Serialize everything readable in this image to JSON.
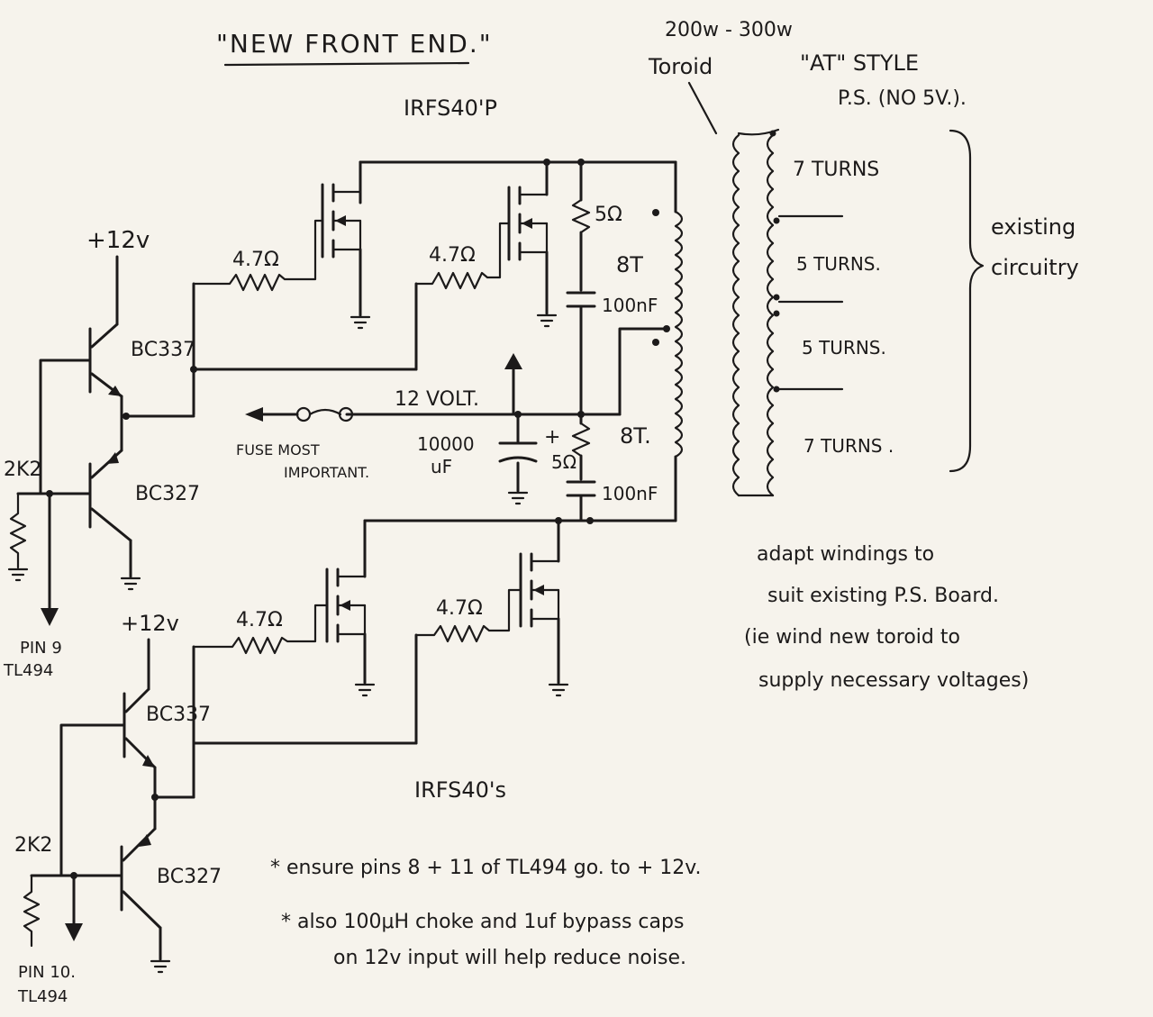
{
  "title": "\"NEW FRONT END.\"",
  "mosfet_top_label": "IRFS40'P",
  "mosfet_bottom_label": "IRFS40's",
  "toroid_label": {
    "line1": "200w - 300w",
    "line2": "Toroid"
  },
  "ps_label": {
    "line1": "\"AT\" STYLE",
    "line2": "P.S. (NO 5V.)."
  },
  "supply_top": "+12v",
  "supply_bottom": "+12v",
  "transistors": {
    "npn_top": "BC337",
    "pnp_top": "BC327",
    "npn_bottom": "BC337",
    "pnp_bottom": "BC327"
  },
  "resistors": {
    "gate": "4.7Ω",
    "pulldown": "2K2",
    "snubber": "5Ω"
  },
  "caps": {
    "snubber": "100nF",
    "bulk_line1": "10000",
    "bulk_line2": "uF"
  },
  "primary_turns": "8T",
  "primary_turns_bottom": "8T.",
  "rail_label": "12 VOLT.",
  "fuse_label": {
    "line1": "FUSE MOST",
    "line2": "IMPORTANT."
  },
  "secondaries": [
    "7 TURNS",
    "5 TURNS.",
    "5 TURNS.",
    "7 TURNS ."
  ],
  "existing_label": {
    "line1": "existing",
    "line2": "circuitry"
  },
  "pin_top": {
    "line1": "PIN 9",
    "line2": "TL494"
  },
  "pin_bottom": {
    "line1": "PIN 10.",
    "line2": "TL494"
  },
  "adapt_note": [
    "adapt windings to",
    "suit existing P.S. Board.",
    "(ie wind new toroid to",
    "supply necessary voltages)"
  ],
  "notes": [
    "* ensure pins 8 + 11 of TL494 go. to + 12v.",
    "* also 100μH choke and 1uf bypass caps",
    "on 12v input will help reduce noise."
  ]
}
